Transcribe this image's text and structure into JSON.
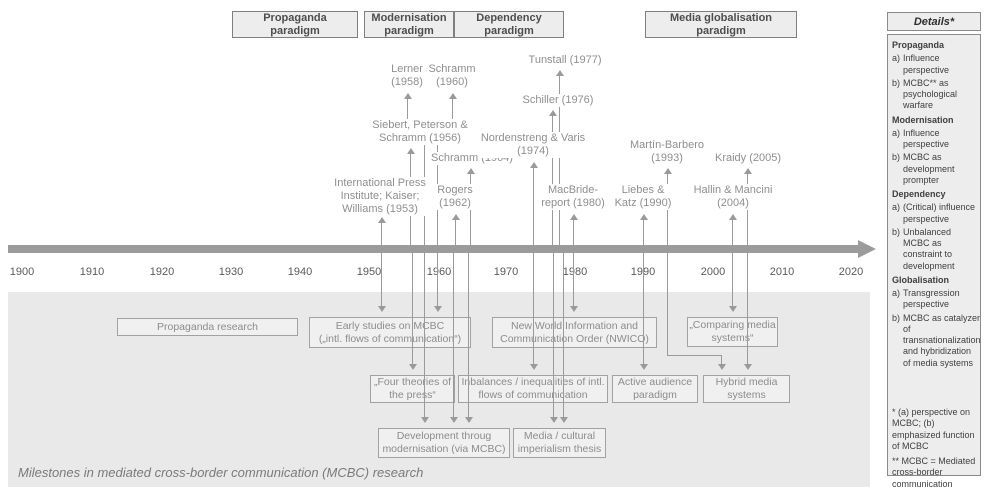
{
  "figure_title": "Milestones in mediated cross-border communication (MCBC) research",
  "paradigms": [
    {
      "label": "Propaganda\nparadigm"
    },
    {
      "label": "Modernisation\nparadigm"
    },
    {
      "label": "Dependency\nparadigm"
    },
    {
      "label": "Media globalisation\nparadigm"
    }
  ],
  "timeline": {
    "years": [
      "1900",
      "1910",
      "1920",
      "1930",
      "1940",
      "1950",
      "1960",
      "1970",
      "1980",
      "1990",
      "2000",
      "2010",
      "2020"
    ]
  },
  "milestones": [
    {
      "id": "intl-press-1953",
      "text": "International Press\nInstitute; Kaiser;\nWilliams (1953)"
    },
    {
      "id": "siebert-1956",
      "text": "Siebert, Peterson &\nSchramm (1956)"
    },
    {
      "id": "lerner-1958",
      "text": "Lerner\n(1958)"
    },
    {
      "id": "schramm-1960",
      "text": "Schramm\n(1960)"
    },
    {
      "id": "rogers-1962",
      "text": "Rogers\n(1962)"
    },
    {
      "id": "schramm-1964",
      "text": "Schramm (1964)"
    },
    {
      "id": "nordenstreng-varis-1974",
      "text": "Nordenstreng & Varis\n(1974)"
    },
    {
      "id": "schiller-1976",
      "text": "Schiller (1976)"
    },
    {
      "id": "tunstall-1977",
      "text": "Tunstall (1977)"
    },
    {
      "id": "macbride-1980",
      "text": "MacBride-\nreport (1980)"
    },
    {
      "id": "liebes-katz-1990",
      "text": "Liebes &\nKatz (1990)"
    },
    {
      "id": "martin-barbero-1993",
      "text": "Martín-Barbero\n(1993)"
    },
    {
      "id": "hallin-mancini-2004",
      "text": "Hallin & Mancini\n(2004)"
    },
    {
      "id": "kraidy-2005",
      "text": "Kraidy (2005)"
    }
  ],
  "research_boxes": [
    {
      "id": "propaganda-research",
      "text": "Propaganda research"
    },
    {
      "id": "early-studies",
      "text": "Early studies on MCBC\n(„intl. flows of communication“)"
    },
    {
      "id": "nwico",
      "text": "New World Information and\nCommunication Order (NWICO)"
    },
    {
      "id": "comparing-media-systems",
      "text": "„Comparing media\nsystems“"
    },
    {
      "id": "four-theories",
      "text": "„Four theories of\nthe press“"
    },
    {
      "id": "inbalances",
      "text": "Inbalances / inequalities of intl.\nflows of communication"
    },
    {
      "id": "active-audience",
      "text": "Active audience\nparadigm"
    },
    {
      "id": "hybrid-media",
      "text": "Hybrid media\nsystems"
    },
    {
      "id": "development-modernisation",
      "text": "Development throug\nmodernisation (via MCBC)"
    },
    {
      "id": "media-cultural-imperialism",
      "text": "Media / cultural\nimperialism thesis"
    }
  ],
  "details": {
    "header": "Details*",
    "sections": [
      {
        "title": "Propaganda",
        "items": [
          {
            "marker": "a)",
            "text": "Influence perspective"
          },
          {
            "marker": "b)",
            "text": "MCBC** as psychological warfare"
          }
        ]
      },
      {
        "title": "Modernisation",
        "items": [
          {
            "marker": "a)",
            "text": "Influence perspective"
          },
          {
            "marker": "b)",
            "text": "MCBC as development prompter"
          }
        ]
      },
      {
        "title": "Dependency",
        "items": [
          {
            "marker": "a)",
            "text": "(Critical) influence perspective"
          },
          {
            "marker": "b)",
            "text": "Unbalanced MCBC as constraint to development"
          }
        ]
      },
      {
        "title": "Globalisation",
        "items": [
          {
            "marker": "a)",
            "text": "Transgression perspective"
          },
          {
            "marker": "b)",
            "text": "MCBC as catalyzer of transnationalization and hybridization of media systems"
          }
        ]
      }
    ],
    "footnotes": [
      "* (a) perspective on MCBC; (b) emphasized function of MCBC",
      "** MCBC = Mediated cross-border communication"
    ]
  }
}
